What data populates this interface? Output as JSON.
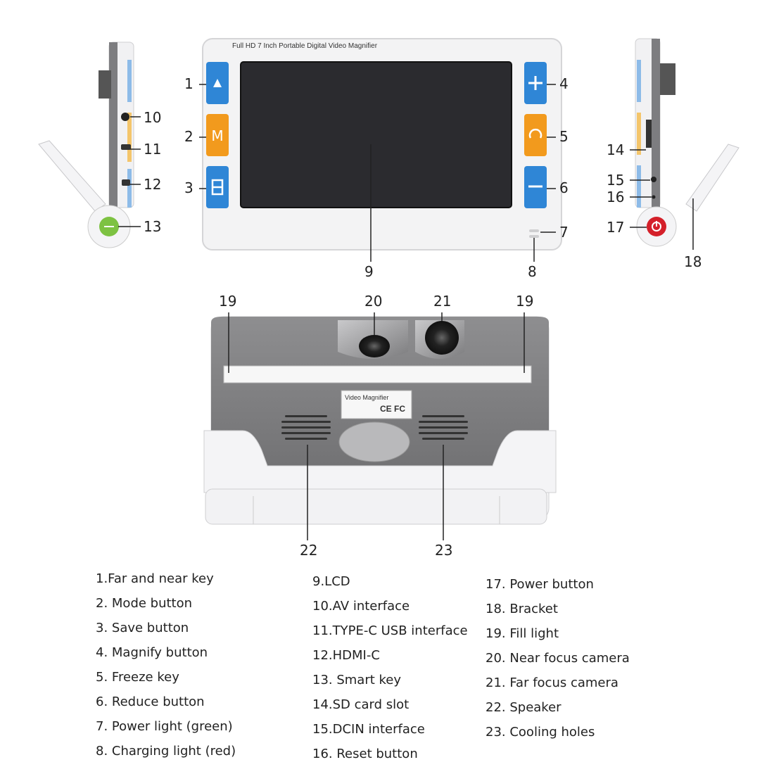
{
  "device": {
    "title": "Full HD 7 Inch Portable Digital Video Magnifier",
    "sticker_title": "Video Magnifier",
    "sticker_ce": "CE FC"
  },
  "callouts": [
    "1",
    "2",
    "3",
    "4",
    "5",
    "6",
    "7",
    "8",
    "9",
    "10",
    "11",
    "12",
    "13",
    "14",
    "15",
    "16",
    "17",
    "18",
    "19",
    "19",
    "20",
    "21",
    "22",
    "23"
  ],
  "legend": {
    "col1": [
      "1.Far and near key",
      "2. Mode button",
      "3. Save button",
      "4. Magnify button",
      "5. Freeze key",
      "6. Reduce button",
      "7. Power light (green)",
      "8. Charging light (red)"
    ],
    "col2": [
      "9.LCD",
      "10.AV interface",
      "11.TYPE-C USB interface",
      "12.HDMI-C",
      "13. Smart key",
      "14.SD card slot",
      "15.DCIN interface",
      "16. Reset button"
    ],
    "col3": [
      "17. Power button",
      "18. Bracket",
      "19. Fill light",
      "20. Near focus camera",
      "21. Far focus camera",
      "22. Speaker",
      "23. Cooling holes"
    ]
  },
  "colors": {
    "blue_key": "#2f86d6",
    "orange_key": "#f29a1d",
    "green_key": "#7dc242",
    "red_key": "#d4202a",
    "screen": "#2a2a2e",
    "body": "#f4f4f4"
  }
}
